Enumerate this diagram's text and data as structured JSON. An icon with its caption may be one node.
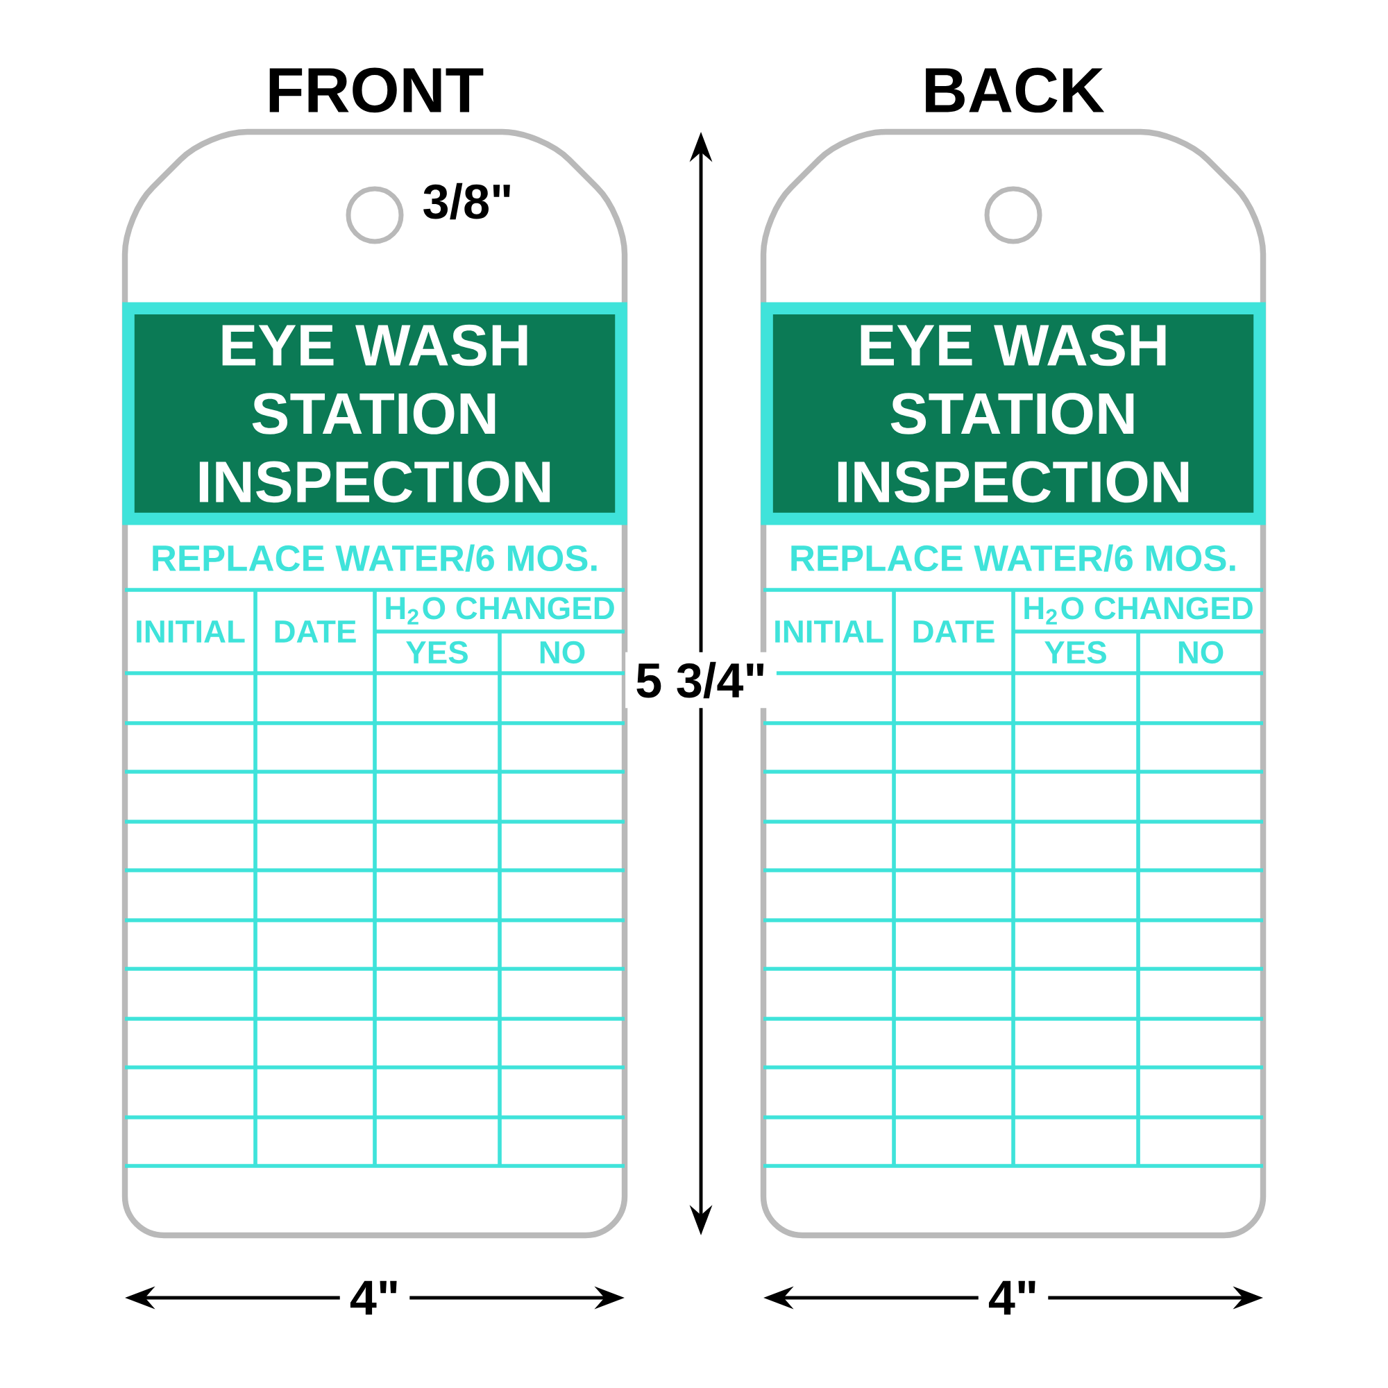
{
  "diagram": {
    "nodes": [
      {
        "text": [
          "FRONT"
        ]
      },
      {
        "text": [
          "EYE WASH STATION INSPECTION"
        ],
        "in": 0
      },
      {
        "text": [
          "BACK"
        ]
      },
      {
        "text": [
          "EYE WASH STATION INSPECTION"
        ],
        "in": 2
      }
    ],
    "labels": [
      "3/8\"",
      "REPLACE WATER/6 MOS.",
      "INITIAL",
      "DATE",
      "H$_{2}$O CHANGED",
      "YES",
      "NO",
      "5 3/4\"",
      "REPLACE WATER/6 MOS.",
      "INITIAL",
      "DATE",
      "H$_{2}$O CHANGED",
      "YES",
      "NO",
      "4\"",
      "4\""
    ]
  }
}
